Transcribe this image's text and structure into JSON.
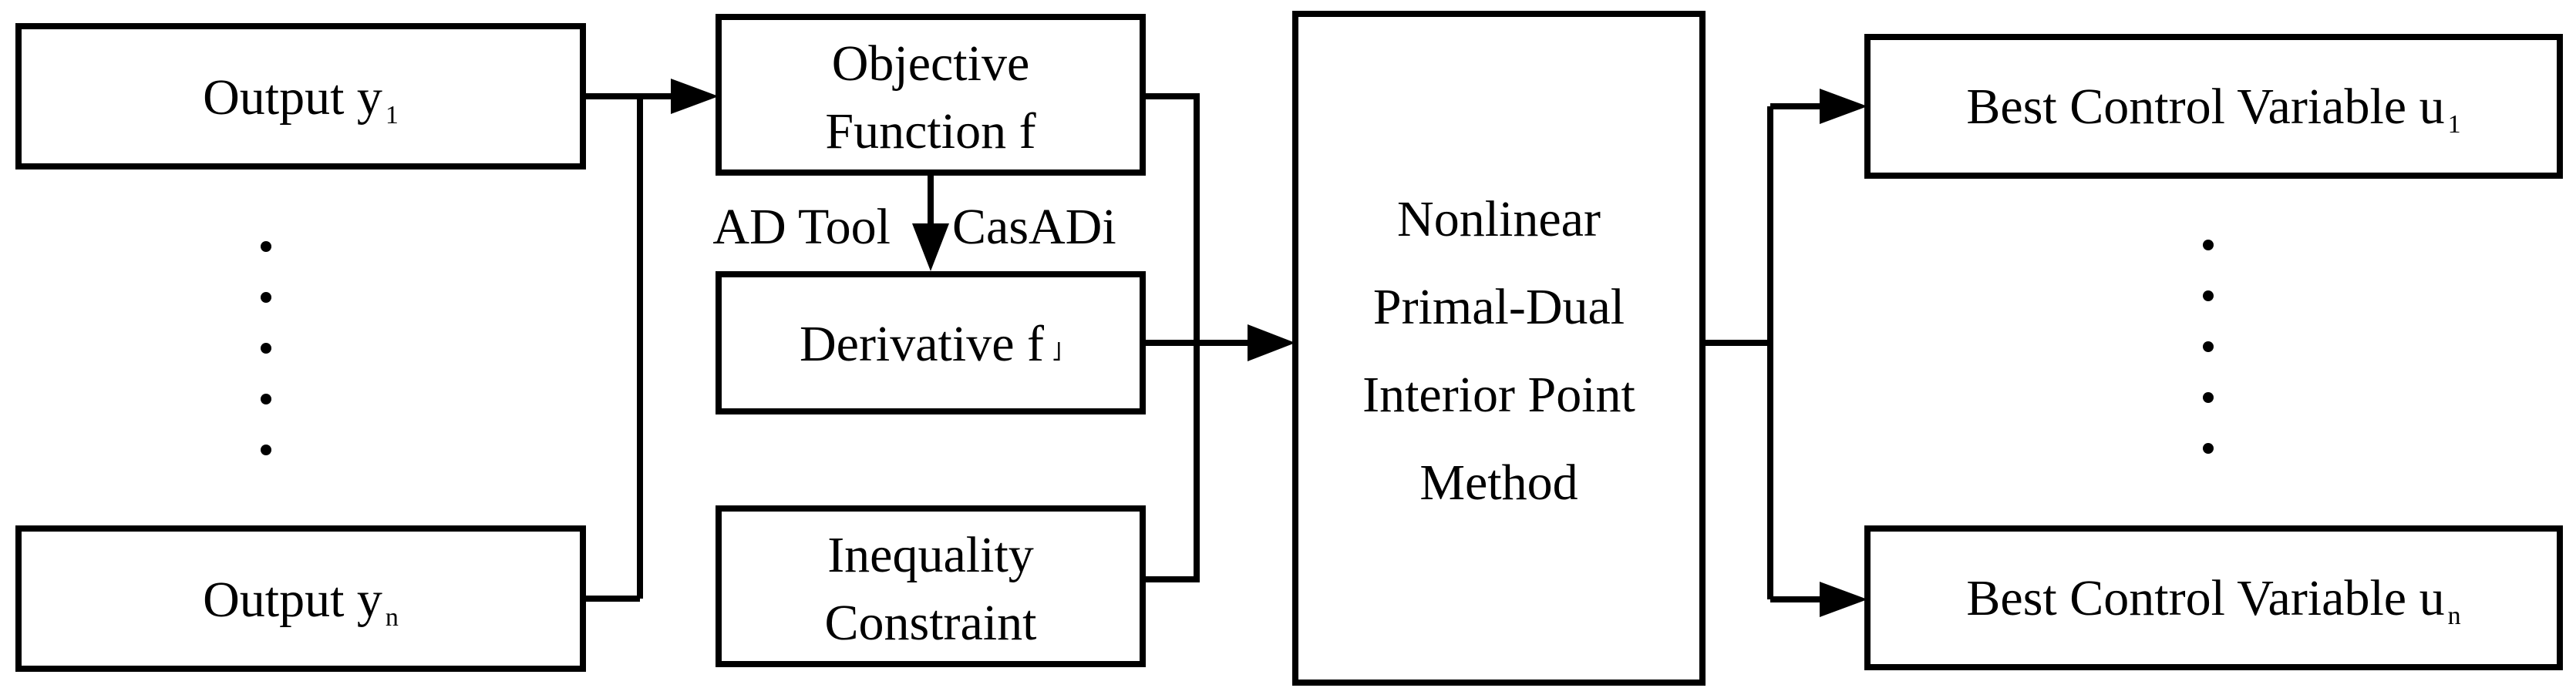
{
  "inputs": {
    "first": {
      "label": "Output y",
      "subscript": "1"
    },
    "last": {
      "label": "Output y",
      "subscript": "n"
    }
  },
  "objective_box": {
    "line1": "Objective",
    "line2": "Function f"
  },
  "ad_tool": {
    "left": "AD Tool",
    "right": "CasADi"
  },
  "derivative_box": {
    "label": "Derivative f",
    "mark": "˩"
  },
  "constraint_box": {
    "line1": "Inequality",
    "line2": "Constraint"
  },
  "solver_box": {
    "line1": "Nonlinear",
    "line2": "Primal-Dual",
    "line3": "Interior Point",
    "line4": "Method"
  },
  "outputs": {
    "first": {
      "label": "Best Control Variable u",
      "subscript": "1"
    },
    "last": {
      "label": "Best Control Variable u",
      "subscript": "n"
    }
  },
  "colors": {
    "stroke": "#000000",
    "background": "#ffffff"
  }
}
